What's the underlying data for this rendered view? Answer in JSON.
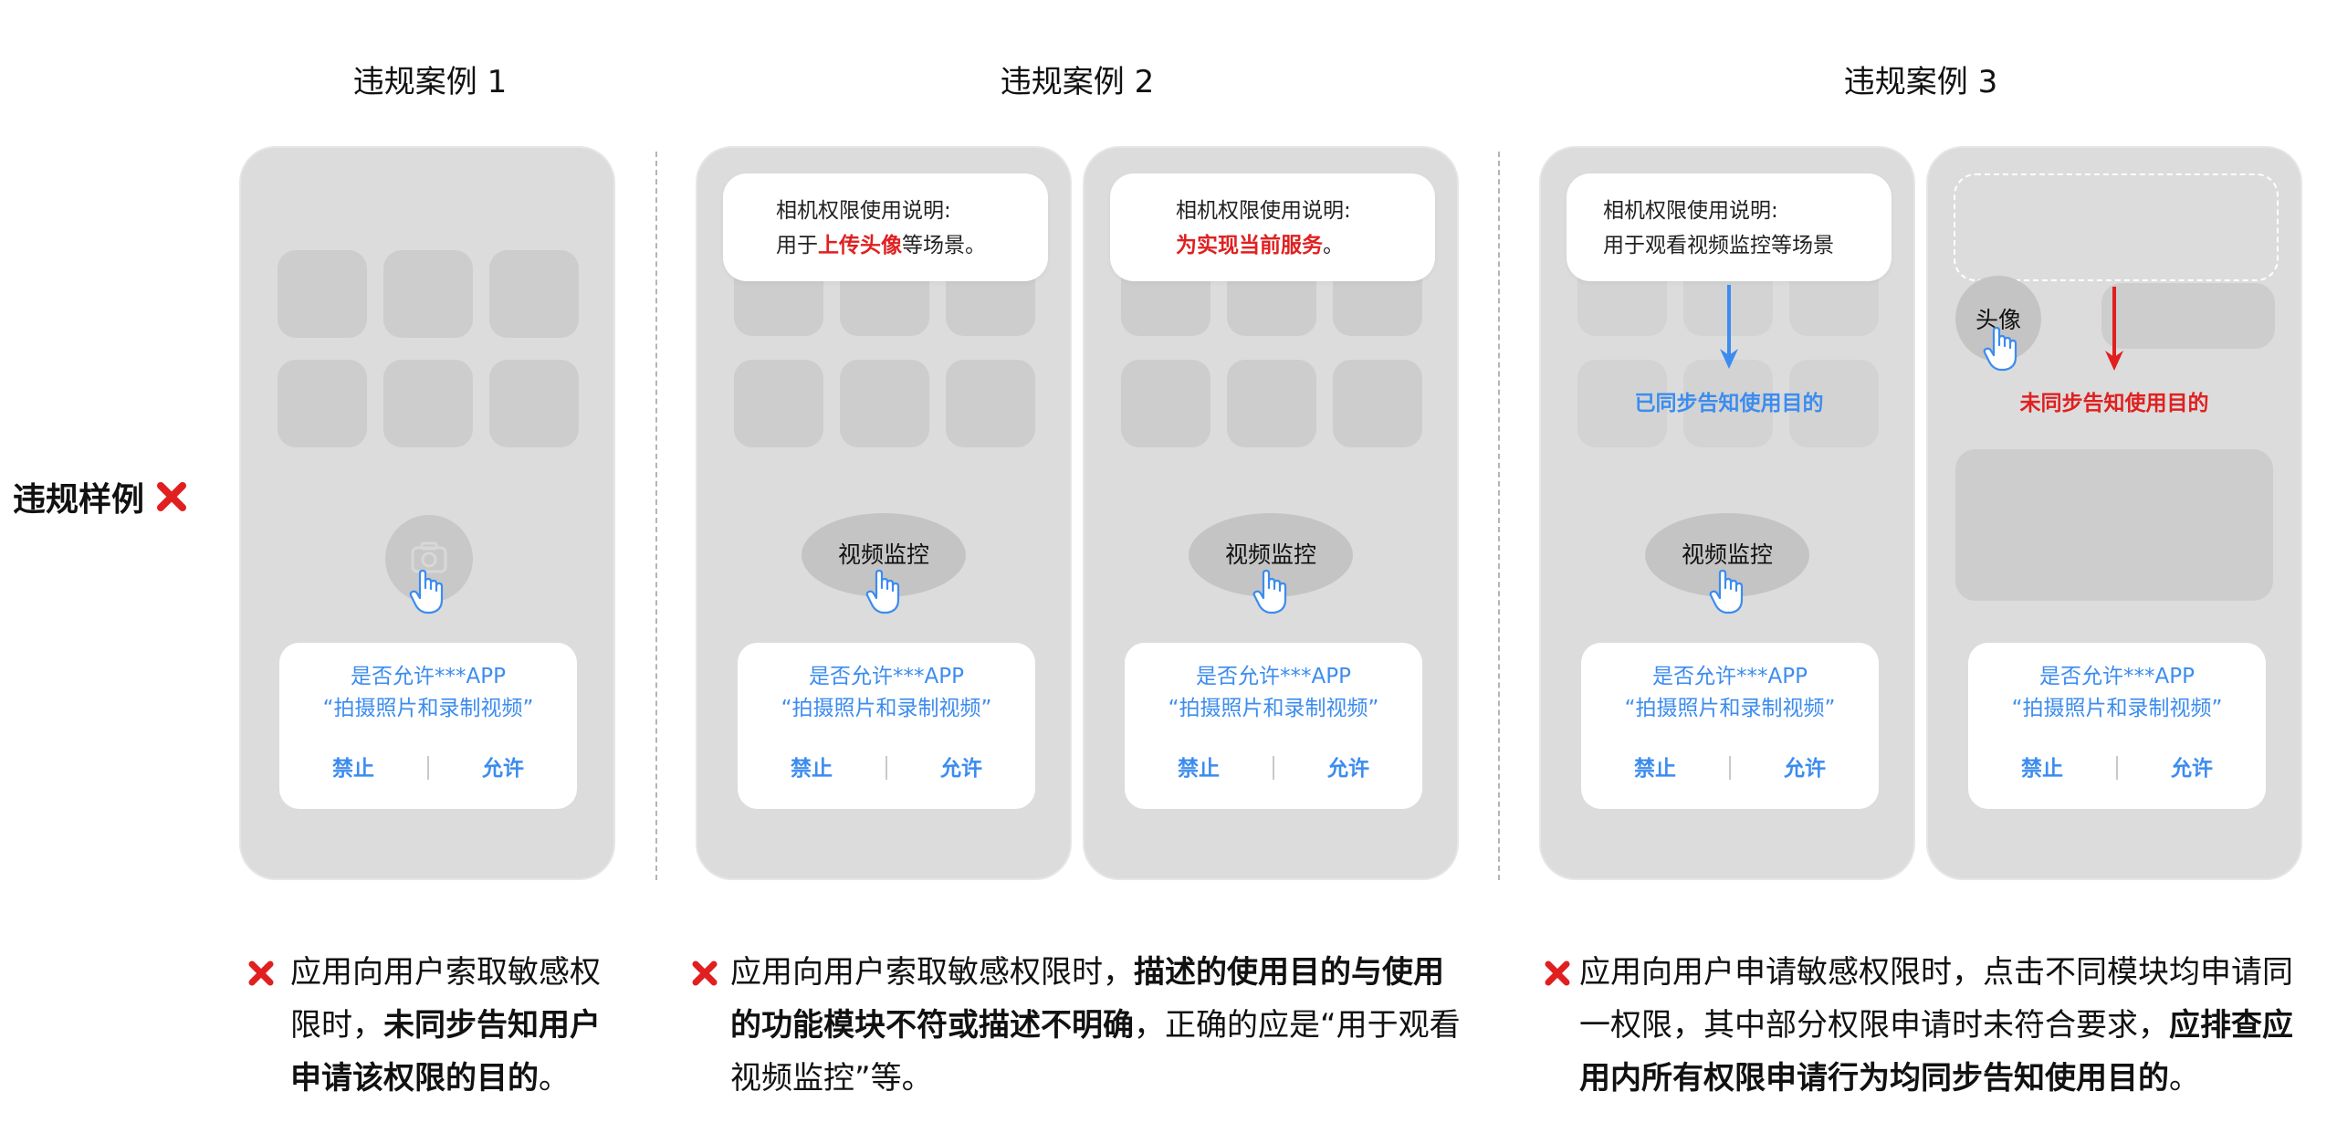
{
  "side_label": "违规样例",
  "colors": {
    "accent_blue": "#3c8cef",
    "alert_red": "#e02020",
    "phone_gray": "#dcdcdc"
  },
  "icons": {
    "cross": "cross-icon",
    "hand": "pointing-hand-icon",
    "camera": "camera-icon"
  },
  "dialog": {
    "question_line1": "是否允许***APP",
    "question_line2": "“拍摄照片和录制视频”",
    "deny": "禁止",
    "allow": "允许"
  },
  "cases": [
    {
      "title": "违规案例 1",
      "desc_plain": "应用向用户索取敏感权限时，",
      "desc_bold": "未同步告知用户申请该权限的目的",
      "desc_end": "。"
    },
    {
      "title": "违规案例 2",
      "tip_a": {
        "line1": "相机权限使用说明:",
        "prefix": "用于",
        "highlight": "上传头像",
        "suffix": "等场景。"
      },
      "tip_b": {
        "line1": "相机权限使用说明:",
        "highlight": "为实现当前服务",
        "suffix": "。"
      },
      "button": "视频监控",
      "desc_plain": "应用向用户索取敏感权限时，",
      "desc_bold": "描述的使用目的与使用的功能模块不符或描述不明确",
      "desc_end": "，正确的应是“用于观看视频监控”等。"
    },
    {
      "title": "违规案例 3",
      "tip": {
        "line1": "相机权限使用说明:",
        "line2": "用于观看视频监控等场景"
      },
      "button": "视频监控",
      "synced_label": "已同步告知使用目的",
      "avatar": "头像",
      "unsynced_label": "未同步告知使用目的",
      "desc_plain": "应用向用户申请敏感权限时，点击不同模块均申请同一权限，其中部分权限申请时未符合要求，",
      "desc_bold": "应排查应用内所有权限申请行为均同步告知使用目的",
      "desc_end": "。"
    }
  ]
}
